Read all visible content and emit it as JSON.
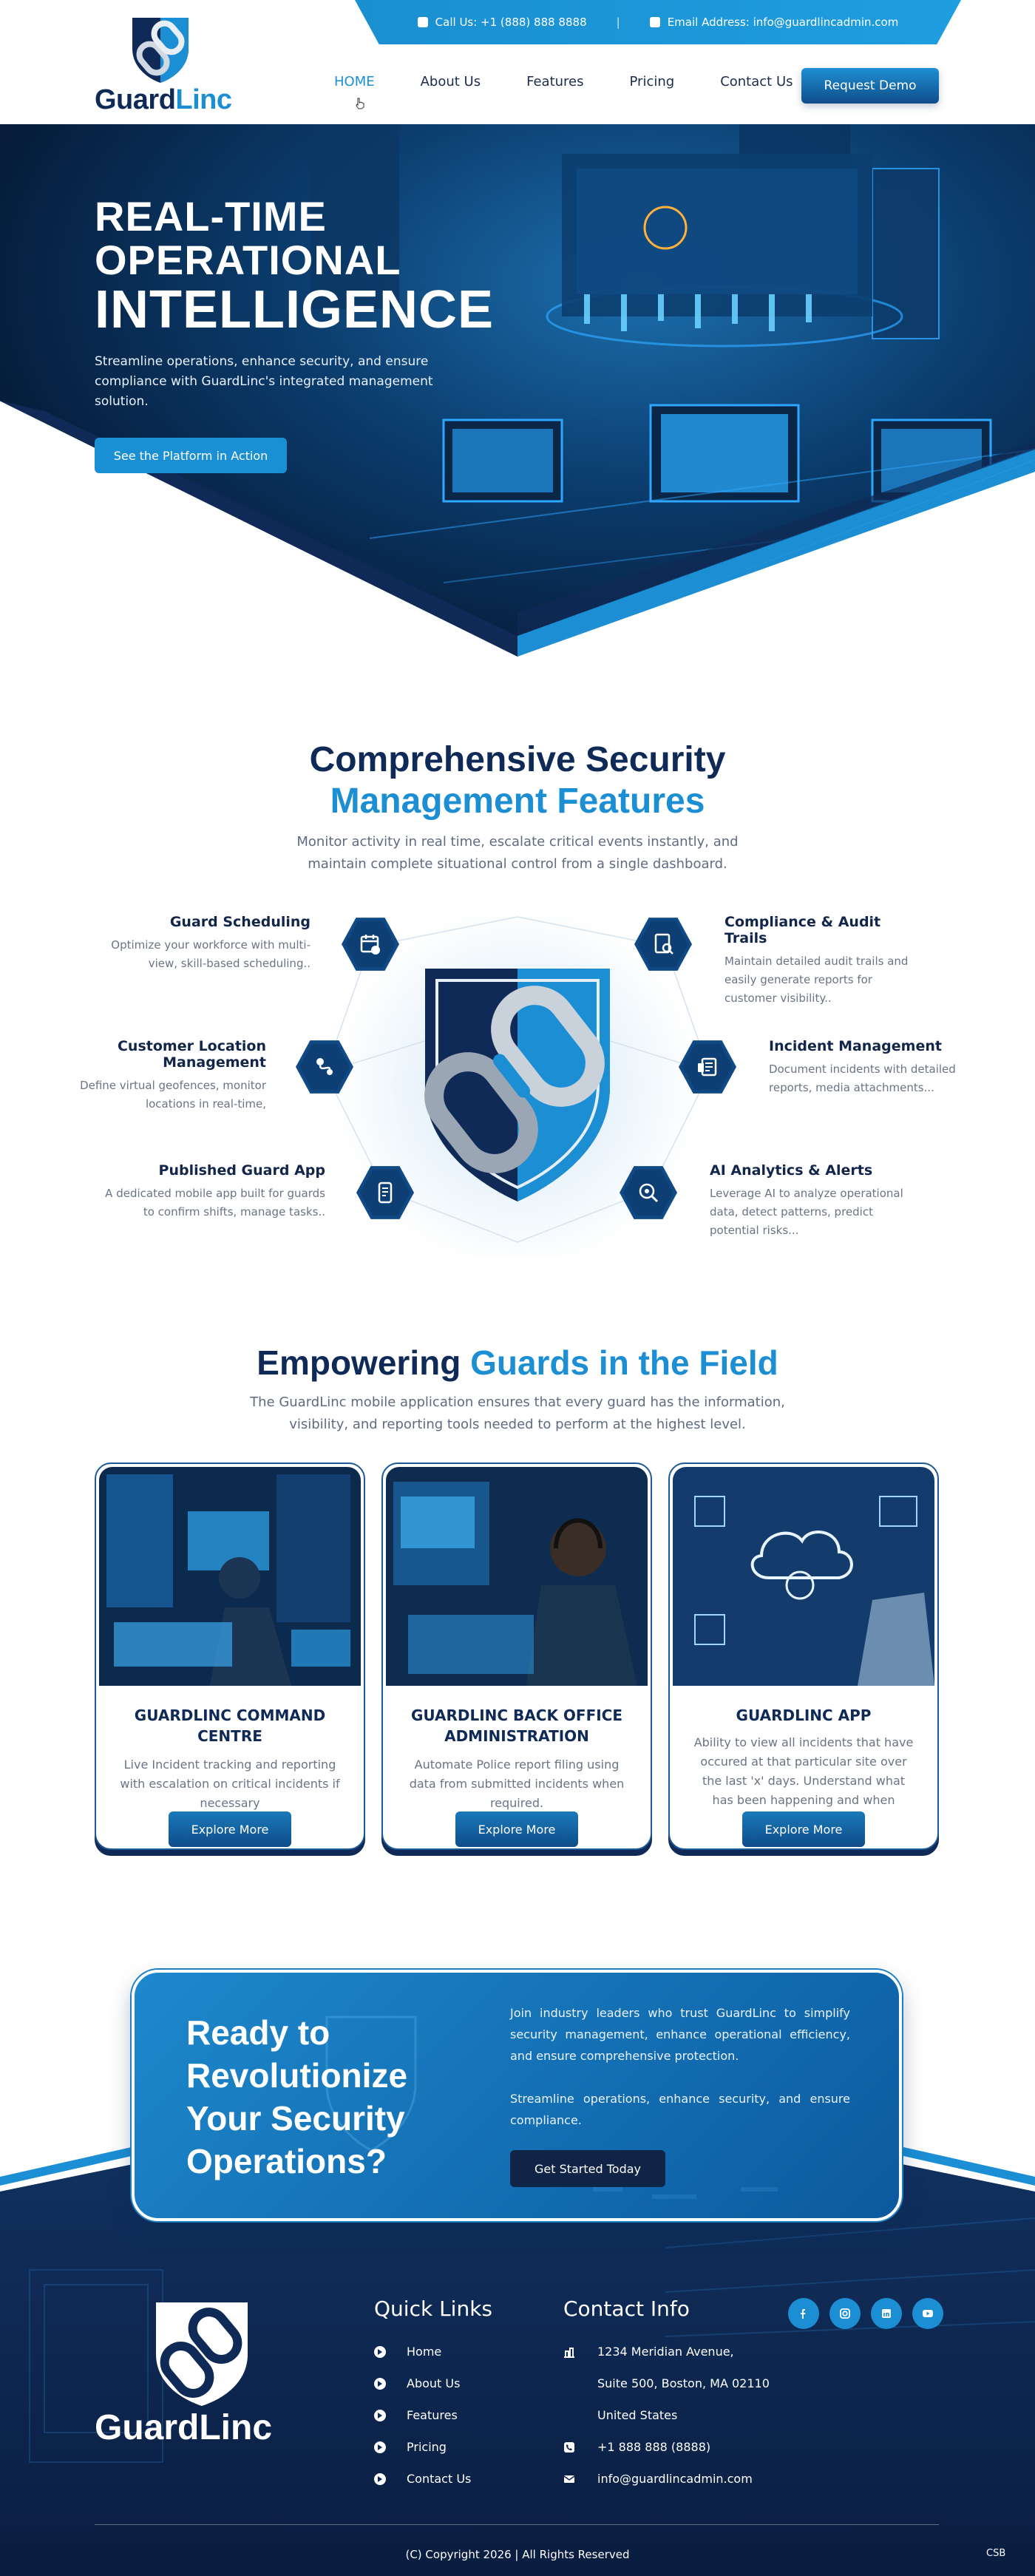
{
  "topbar": {
    "call": "Call Us: +1 (888) 888 8888",
    "separator": "|",
    "email": "Email Address: info@guardlincadmin.com"
  },
  "brand": {
    "part1": "Guard",
    "part2": "Linc",
    "full": "GuardLinc"
  },
  "nav": {
    "items": [
      "HOME",
      "About Us",
      "Features",
      "Pricing",
      "Contact Us"
    ],
    "active_index": 0,
    "demo_label": "Request Demo"
  },
  "hero": {
    "line1": "REAL-TIME",
    "line2": "OPERATIONAL",
    "line3": "INTELLIGENCE",
    "subtitle": "Streamline operations, enhance security, and ensure compliance with GuardLinc's integrated management solution.",
    "cta": "See the Platform in Action"
  },
  "features": {
    "title_dark": "Comprehensive Security",
    "title_blue": "Management Features",
    "subtitle": "Monitor activity in real time, escalate critical events instantly, and maintain complete situational control from a single dashboard.",
    "items": [
      {
        "title": "Guard Scheduling",
        "text": "Optimize your workforce with multi-view, skill-based scheduling..",
        "icon": "calendar-icon"
      },
      {
        "title": "Customer Location Management",
        "text": "Define virtual geofences, monitor locations in real-time,",
        "icon": "location-route-icon"
      },
      {
        "title": "Published Guard App",
        "text": "A dedicated mobile app built for guards to confirm shifts, manage tasks..",
        "icon": "mobile-app-icon"
      },
      {
        "title": "Compliance & Audit Trails",
        "text": "Maintain detailed audit trails and easily generate reports for customer visibility..",
        "icon": "audit-report-icon"
      },
      {
        "title": "Incident Management",
        "text": "Document incidents with detailed reports, media attachments...",
        "icon": "incident-report-icon"
      },
      {
        "title": "AI Analytics & Alerts",
        "text": "Leverage AI to analyze operational data, detect patterns, predict potential risks...",
        "icon": "ai-analytics-icon"
      }
    ]
  },
  "guards": {
    "title_dark": "Empowering",
    "title_blue": "Guards in the Field",
    "subtitle": "The GuardLinc mobile application ensures that every guard has the information, visibility, and reporting tools needed to perform at the highest level.",
    "cards": [
      {
        "title": "GUARDLINC COMMAND CENTRE",
        "text": "Live Incident tracking and reporting with escalation on critical incidents if necessary",
        "button": "Explore More"
      },
      {
        "title": "GUARDLINC BACK OFFICE ADMINISTRATION",
        "text": "Automate Police report filing using data from submitted incidents when required.",
        "button": "Explore More"
      },
      {
        "title": "GUARDLINC APP",
        "text": "Ability to view all incidents that have occured at that particular site over the last 'x' days. Understand what has been happening and when",
        "button": "Explore More"
      }
    ]
  },
  "cta": {
    "heading": "Ready to Revolutionize Your Security Operations?",
    "p1": "Join industry leaders who trust GuardLinc to simplify security management, enhance operational efficiency, and ensure comprehensive protection.",
    "p2": "Streamline operations, enhance security, and ensure compliance.",
    "button": "Get Started Today"
  },
  "footer": {
    "quick_title": "Quick Links",
    "quick_links": [
      "Home",
      "About Us",
      "Features",
      "Pricing",
      "Contact Us"
    ],
    "contact_title": "Contact Info",
    "address1": "1234 Meridian Avenue,",
    "address2": "Suite 500, Boston, MA 02110",
    "address3": "United States",
    "phone": "+1 888 888 (8888)",
    "email": "info@guardlincadmin.com",
    "social": [
      "facebook-icon",
      "instagram-icon",
      "linkedin-icon",
      "youtube-icon"
    ],
    "copyright": "(C) Copyright 2026 | All Rights Reserved",
    "badge": "CSB"
  },
  "colors": {
    "navy": "#0f2a56",
    "accent": "#1b8ed4",
    "footer": "#0c2146"
  }
}
